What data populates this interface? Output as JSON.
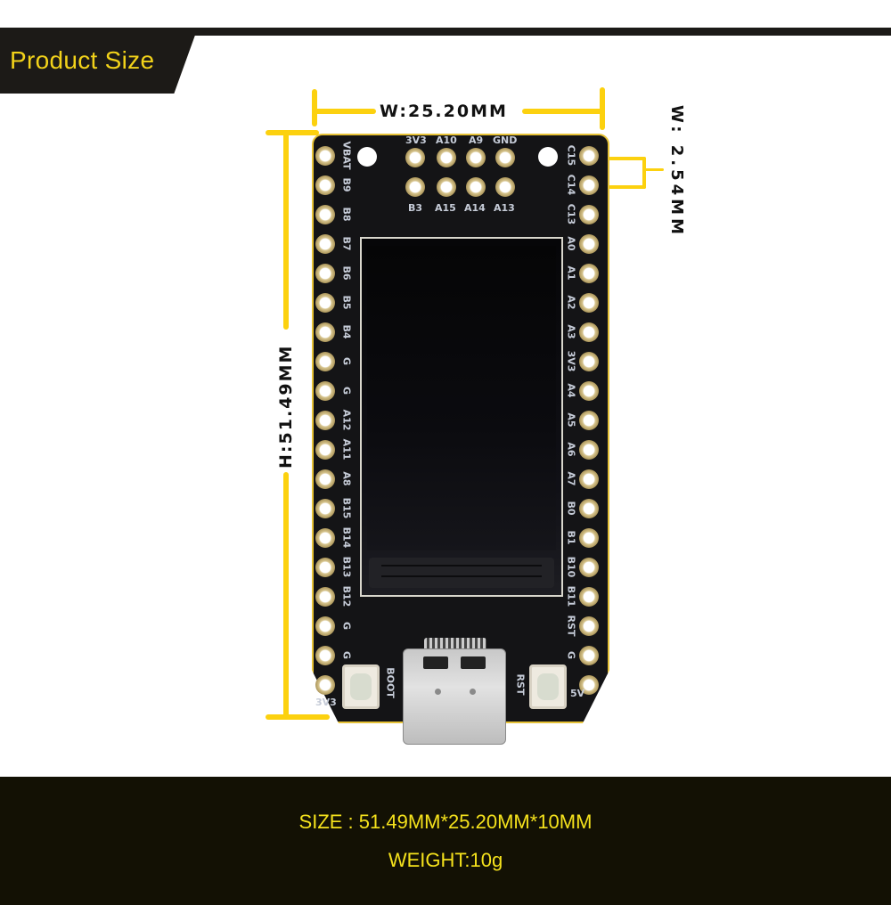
{
  "header": {
    "title": "Product Size"
  },
  "dimensions": {
    "width_label": "W:25.20MM",
    "height_label": "H:51.49MM",
    "pitch_label": "W: 2.54MM"
  },
  "board": {
    "top_header_row1": [
      "3V3",
      "A10",
      "A9",
      "GND"
    ],
    "top_header_row2": [
      "B3",
      "A15",
      "A14",
      "A13"
    ],
    "left_pins": [
      "VBAT",
      "B9",
      "B8",
      "B7",
      "B6",
      "B5",
      "B4",
      "G",
      "G",
      "A12",
      "A11",
      "A8",
      "B15",
      "B14",
      "B13",
      "B12",
      "G",
      "G",
      "3V3"
    ],
    "right_pins": [
      "C15",
      "C14",
      "C13",
      "A0",
      "A1",
      "A2",
      "A3",
      "3V3",
      "A4",
      "A5",
      "A6",
      "A7",
      "B0",
      "B1",
      "B10",
      "B11",
      "RST",
      "G",
      "5V"
    ],
    "buttons": {
      "boot": "BOOT",
      "reset": "RST"
    }
  },
  "footer": {
    "size": "SIZE : 51.49MM*25.20MM*10MM",
    "weight": "WEIGHT:10g"
  },
  "colors": {
    "accent_yellow": "#fcd10f",
    "title_yellow": "#f2d21a",
    "dark_bar": "#1c1a17",
    "footer_bg": "#131104",
    "pcb": "#141416"
  }
}
